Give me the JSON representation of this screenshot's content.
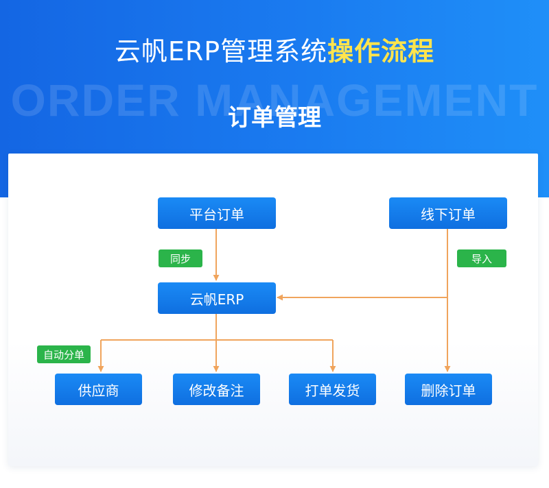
{
  "header": {
    "title_main": "云帆ERP管理系统",
    "title_highlight": "操作流程",
    "watermark": "ORDER MANAGEMENT",
    "subtitle": "订单管理"
  },
  "colors": {
    "banner_blue": "#1a7bf0",
    "node_blue": "#1480ec",
    "highlight_yellow": "#ffe44d",
    "tag_green": "#2bb44a",
    "arrow_orange": "#f0a45c"
  },
  "diagram": {
    "nodes": {
      "platform_order": "平台订单",
      "offline_order": "线下订单",
      "yunfan_erp": "云帆ERP",
      "supplier": "供应商",
      "edit_note": "修改备注",
      "print_ship": "打单发货",
      "delete_order": "删除订单"
    },
    "tags": {
      "sync": "同步",
      "import": "导入",
      "auto_split": "自动分单"
    },
    "edges": [
      {
        "from": "platform_order",
        "to": "yunfan_erp",
        "label": "sync"
      },
      {
        "from": "offline_order",
        "to": "yunfan_erp",
        "label": "import"
      },
      {
        "from": "offline_order",
        "to": "delete_order",
        "label": "import"
      },
      {
        "from": "yunfan_erp",
        "to": "supplier",
        "label": "auto_split"
      },
      {
        "from": "yunfan_erp",
        "to": "edit_note",
        "label": ""
      },
      {
        "from": "yunfan_erp",
        "to": "print_ship",
        "label": ""
      }
    ]
  }
}
